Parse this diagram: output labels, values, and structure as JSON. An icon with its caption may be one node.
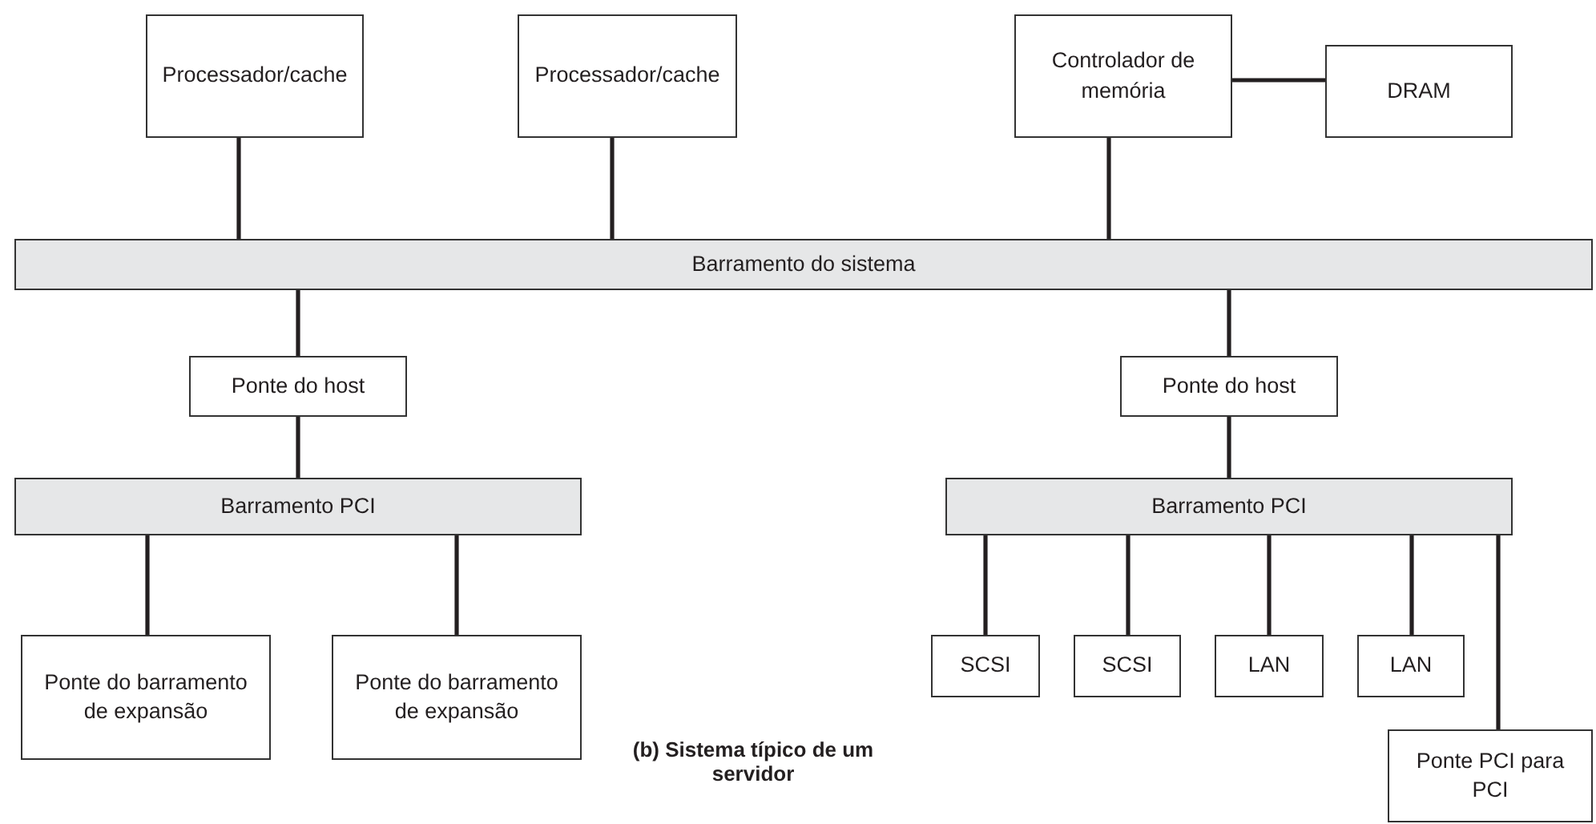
{
  "diagram": {
    "caption": "(b) Sistema típico de um servidor",
    "nodes": [
      {
        "text": [
          "Processador/cache"
        ]
      },
      {
        "text": [
          "Processador/cache"
        ]
      },
      {
        "text": [
          "Controlador de memória"
        ]
      },
      {
        "text": [
          "DRAM"
        ]
      },
      {
        "text": [
          "Barramento do sistema"
        ]
      },
      {
        "text": [
          "Ponte do host"
        ]
      },
      {
        "text": [
          "Ponte do host"
        ]
      },
      {
        "text": [
          "Barramento PCI"
        ]
      },
      {
        "text": [
          "Barramento PCI"
        ]
      },
      {
        "text": [
          "Ponte do barramento de expansão"
        ]
      },
      {
        "text": [
          "Ponte do barramento de expansão"
        ]
      },
      {
        "text": [
          "SCSI"
        ]
      },
      {
        "text": [
          "SCSI"
        ]
      },
      {
        "text": [
          "LAN"
        ]
      },
      {
        "text": [
          "LAN"
        ]
      },
      {
        "text": [
          "Ponte PCI para PCI"
        ]
      }
    ],
    "edges": [
      {
        "from": 0,
        "to": 4,
        "arrow": "none"
      },
      {
        "from": 1,
        "to": 4,
        "arrow": "none"
      },
      {
        "from": 2,
        "to": 4,
        "arrow": "none"
      },
      {
        "from": 2,
        "to": 3,
        "arrow": "none"
      },
      {
        "from": 4,
        "to": 5,
        "arrow": "none"
      },
      {
        "from": 4,
        "to": 6,
        "arrow": "none"
      },
      {
        "from": 5,
        "to": 7,
        "arrow": "none"
      },
      {
        "from": 6,
        "to": 8,
        "arrow": "none"
      },
      {
        "from": 7,
        "to": 9,
        "arrow": "none"
      },
      {
        "from": 7,
        "to": 10,
        "arrow": "none"
      },
      {
        "from": 8,
        "to": 11,
        "arrow": "none"
      },
      {
        "from": 8,
        "to": 12,
        "arrow": "none"
      },
      {
        "from": 8,
        "to": 13,
        "arrow": "none"
      },
      {
        "from": 8,
        "to": 14,
        "arrow": "none"
      },
      {
        "from": 8,
        "to": 15,
        "arrow": "none"
      }
    ]
  }
}
